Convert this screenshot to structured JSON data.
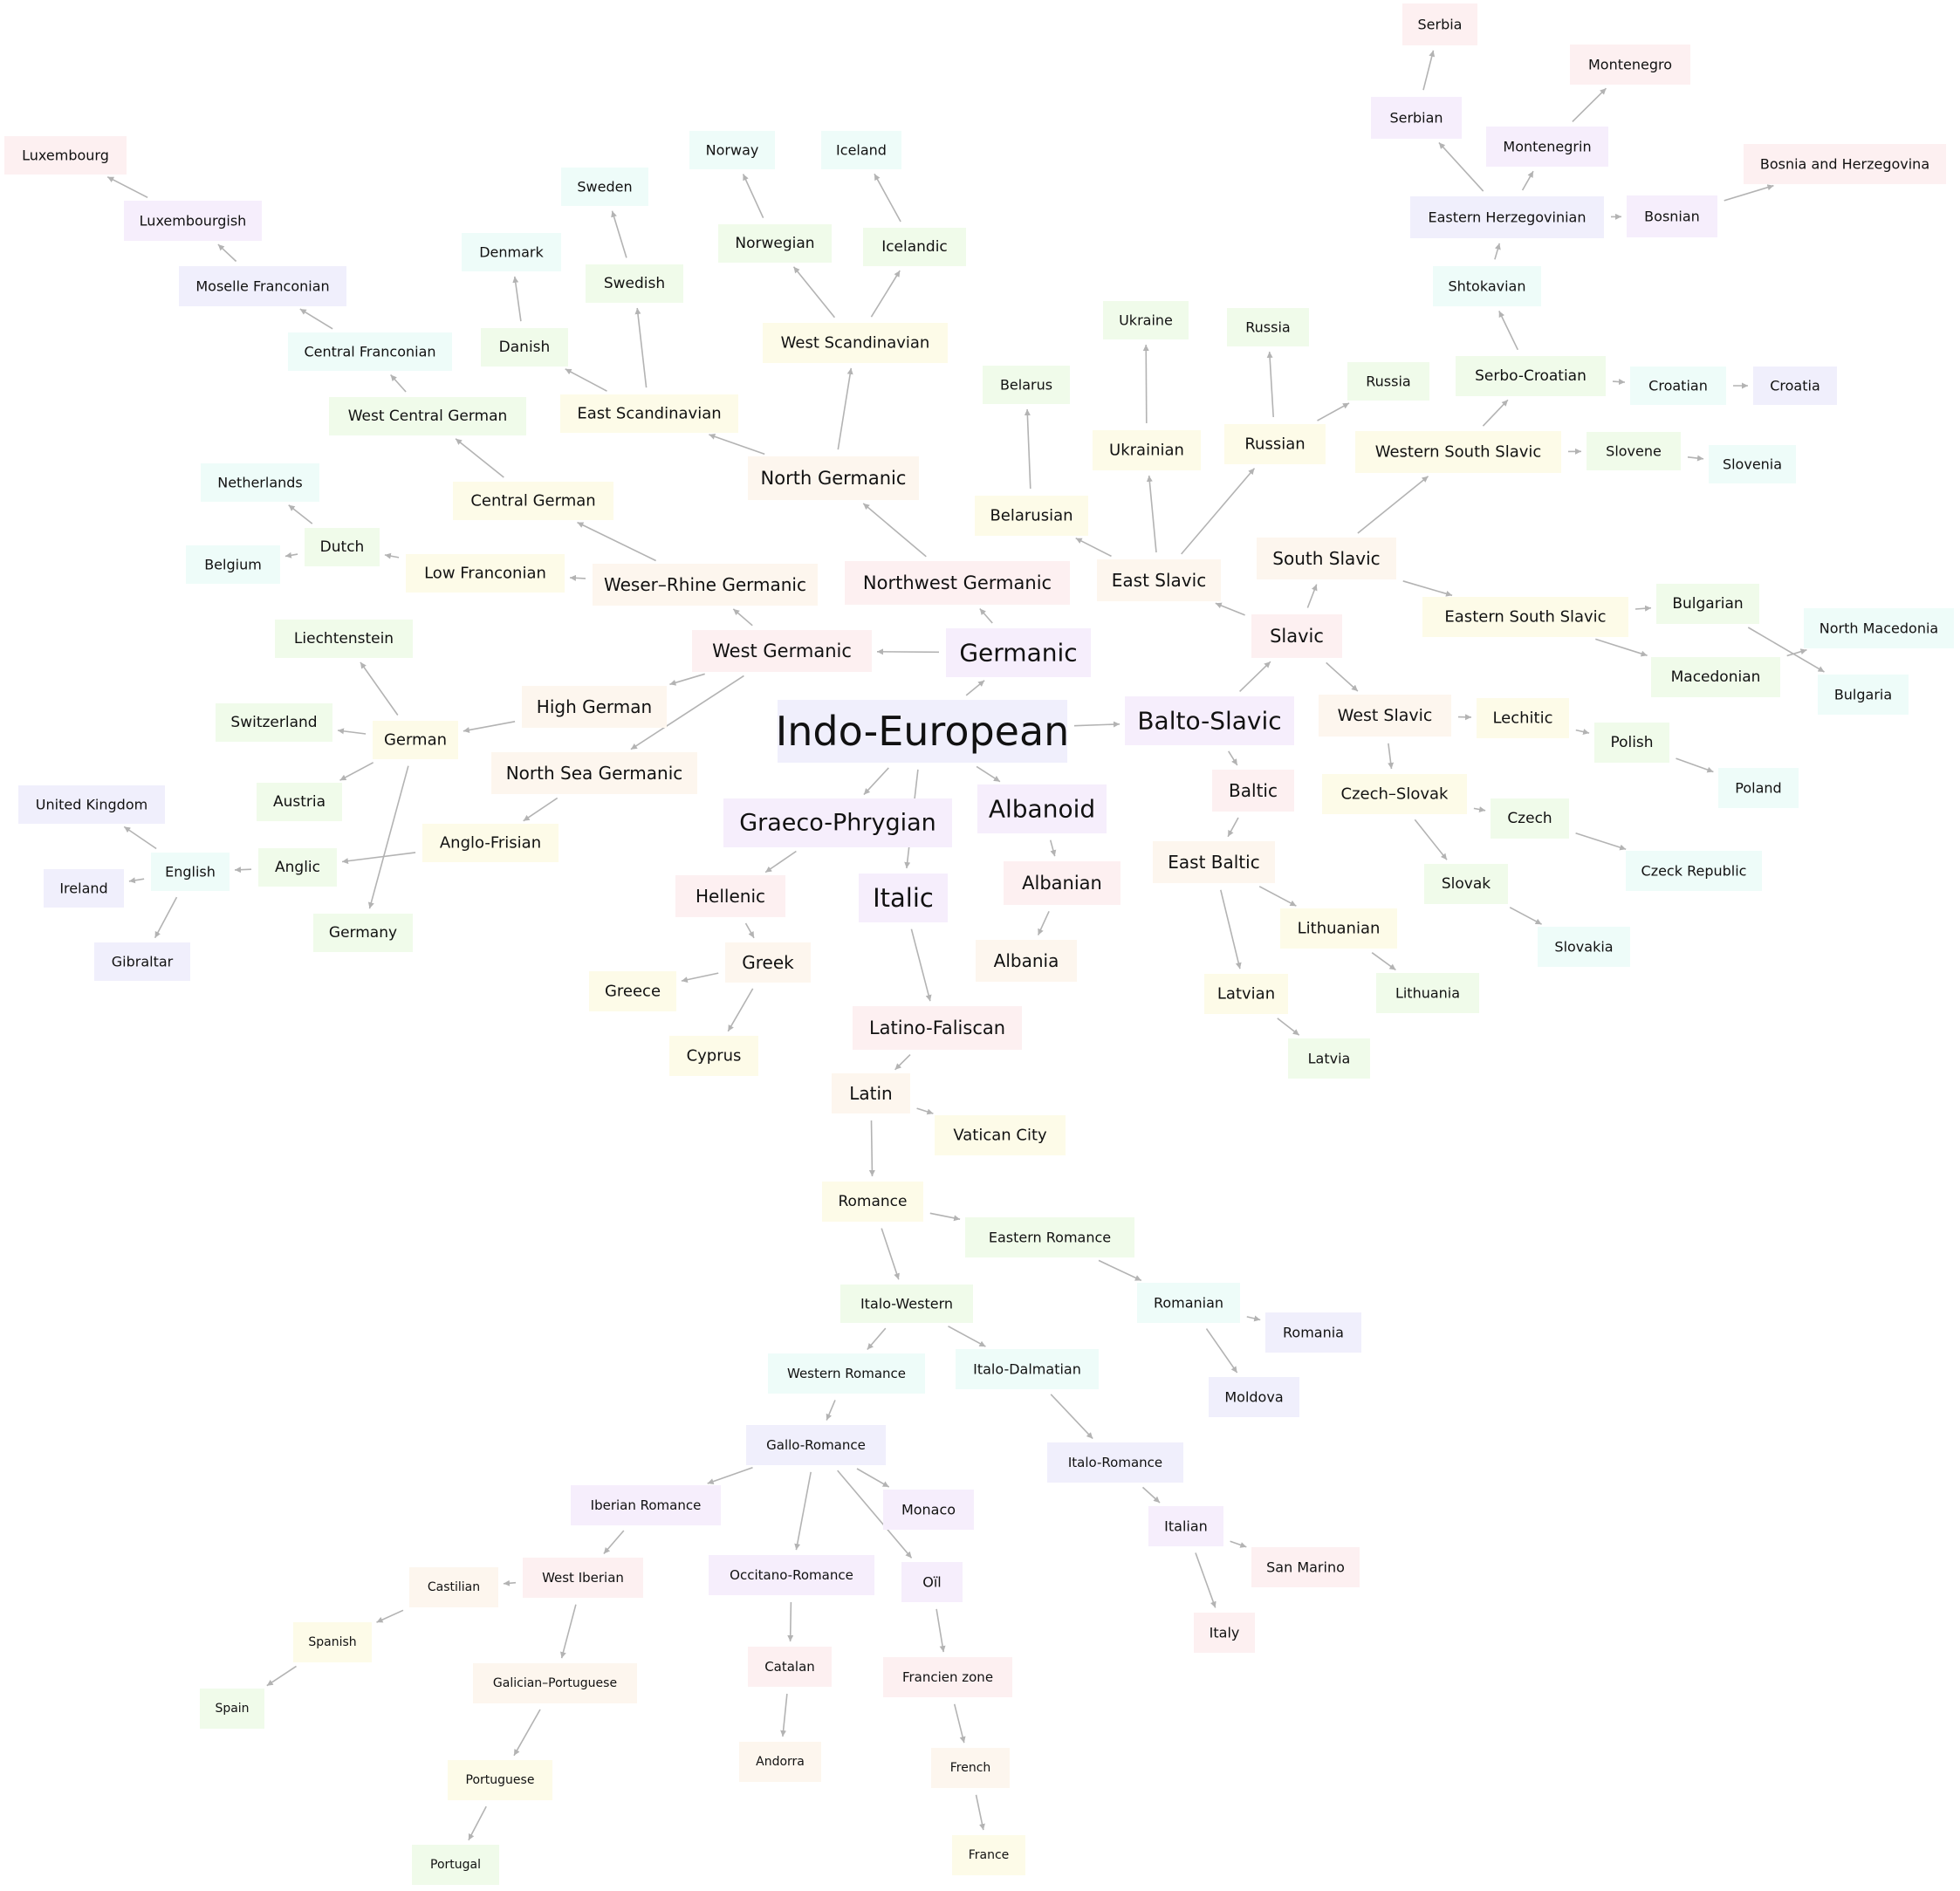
{
  "colors": {
    "edge": "#b3b3b3",
    "text": "#111111",
    "palette": {
      "pink": "#fdf0f1",
      "lavender": "#f6eefc",
      "violet": "#f0effc",
      "mint": "#eefcf9",
      "green": "#f0fbea",
      "cream": "#fdfbe8",
      "peach": "#fdf6ee"
    }
  },
  "nodes": [
    {
      "id": "ie",
      "label": "Indo-European",
      "color": "violet"
    },
    {
      "id": "germanic",
      "label": "Germanic",
      "color": "lavender"
    },
    {
      "id": "balto_slavic",
      "label": "Balto-Slavic",
      "color": "lavender"
    },
    {
      "id": "graeco_phrygian",
      "label": "Graeco-Phrygian",
      "color": "lavender"
    },
    {
      "id": "albanoid",
      "label": "Albanoid",
      "color": "lavender"
    },
    {
      "id": "italic",
      "label": "Italic",
      "color": "lavender"
    },
    {
      "id": "nw_germanic",
      "label": "Northwest Germanic",
      "color": "pink"
    },
    {
      "id": "w_germanic",
      "label": "West Germanic",
      "color": "pink"
    },
    {
      "id": "n_germanic",
      "label": "North Germanic",
      "color": "peach"
    },
    {
      "id": "wr_germanic",
      "label": "Weser–Rhine Germanic",
      "color": "peach"
    },
    {
      "id": "high_german",
      "label": "High German",
      "color": "peach"
    },
    {
      "id": "ns_germanic",
      "label": "North Sea Germanic",
      "color": "peach"
    },
    {
      "id": "e_scand",
      "label": "East Scandinavian",
      "color": "cream"
    },
    {
      "id": "w_scand",
      "label": "West Scandinavian",
      "color": "cream"
    },
    {
      "id": "danish",
      "label": "Danish",
      "color": "green"
    },
    {
      "id": "denmark",
      "label": "Denmark",
      "color": "mint"
    },
    {
      "id": "swedish",
      "label": "Swedish",
      "color": "green"
    },
    {
      "id": "sweden",
      "label": "Sweden",
      "color": "mint"
    },
    {
      "id": "norwegian",
      "label": "Norwegian",
      "color": "green"
    },
    {
      "id": "norway",
      "label": "Norway",
      "color": "mint"
    },
    {
      "id": "icelandic",
      "label": "Icelandic",
      "color": "green"
    },
    {
      "id": "iceland",
      "label": "Iceland",
      "color": "mint"
    },
    {
      "id": "central_german",
      "label": "Central German",
      "color": "cream"
    },
    {
      "id": "wc_german",
      "label": "West Central German",
      "color": "green"
    },
    {
      "id": "c_franconian",
      "label": "Central Franconian",
      "color": "mint"
    },
    {
      "id": "m_franconian",
      "label": "Moselle Franconian",
      "color": "violet"
    },
    {
      "id": "luxembourgish",
      "label": "Luxembourgish",
      "color": "lavender"
    },
    {
      "id": "luxembourg",
      "label": "Luxembourg",
      "color": "pink"
    },
    {
      "id": "low_franconian",
      "label": "Low Franconian",
      "color": "cream"
    },
    {
      "id": "dutch",
      "label": "Dutch",
      "color": "green"
    },
    {
      "id": "netherlands",
      "label": "Netherlands",
      "color": "mint"
    },
    {
      "id": "belgium",
      "label": "Belgium",
      "color": "mint"
    },
    {
      "id": "german",
      "label": "German",
      "color": "cream"
    },
    {
      "id": "liechtenstein",
      "label": "Liechtenstein",
      "color": "green"
    },
    {
      "id": "switzerland",
      "label": "Switzerland",
      "color": "green"
    },
    {
      "id": "austria",
      "label": "Austria",
      "color": "green"
    },
    {
      "id": "germany",
      "label": "Germany",
      "color": "green"
    },
    {
      "id": "anglo_frisian",
      "label": "Anglo-Frisian",
      "color": "cream"
    },
    {
      "id": "anglic",
      "label": "Anglic",
      "color": "green"
    },
    {
      "id": "english",
      "label": "English",
      "color": "mint"
    },
    {
      "id": "uk",
      "label": "United Kingdom",
      "color": "violet"
    },
    {
      "id": "ireland",
      "label": "Ireland",
      "color": "violet"
    },
    {
      "id": "gibraltar",
      "label": "Gibraltar",
      "color": "violet"
    },
    {
      "id": "hellenic",
      "label": "Hellenic",
      "color": "pink"
    },
    {
      "id": "greek",
      "label": "Greek",
      "color": "peach"
    },
    {
      "id": "greece",
      "label": "Greece",
      "color": "cream"
    },
    {
      "id": "cyprus",
      "label": "Cyprus",
      "color": "cream"
    },
    {
      "id": "albanian",
      "label": "Albanian",
      "color": "pink"
    },
    {
      "id": "albania",
      "label": "Albania",
      "color": "peach"
    },
    {
      "id": "latino_faliscan",
      "label": "Latino-Faliscan",
      "color": "pink"
    },
    {
      "id": "latin",
      "label": "Latin",
      "color": "peach"
    },
    {
      "id": "vatican",
      "label": "Vatican City",
      "color": "cream"
    },
    {
      "id": "romance",
      "label": "Romance",
      "color": "cream"
    },
    {
      "id": "e_romance",
      "label": "Eastern Romance",
      "color": "green"
    },
    {
      "id": "romanian",
      "label": "Romanian",
      "color": "mint"
    },
    {
      "id": "romania",
      "label": "Romania",
      "color": "violet"
    },
    {
      "id": "moldova",
      "label": "Moldova",
      "color": "violet"
    },
    {
      "id": "italo_western",
      "label": "Italo-Western",
      "color": "green"
    },
    {
      "id": "w_romance",
      "label": "Western Romance",
      "color": "mint"
    },
    {
      "id": "italo_dalmatian",
      "label": "Italo-Dalmatian",
      "color": "mint"
    },
    {
      "id": "gallo_romance",
      "label": "Gallo-Romance",
      "color": "violet"
    },
    {
      "id": "italo_romance",
      "label": "Italo-Romance",
      "color": "violet"
    },
    {
      "id": "iberian_romance",
      "label": "Iberian Romance",
      "color": "lavender"
    },
    {
      "id": "monaco",
      "label": "Monaco",
      "color": "lavender"
    },
    {
      "id": "occitano_romance",
      "label": "Occitano-Romance",
      "color": "lavender"
    },
    {
      "id": "oil",
      "label": "Oïl",
      "color": "lavender"
    },
    {
      "id": "italian",
      "label": "Italian",
      "color": "lavender"
    },
    {
      "id": "san_marino",
      "label": "San Marino",
      "color": "pink"
    },
    {
      "id": "italy",
      "label": "Italy",
      "color": "pink"
    },
    {
      "id": "west_iberian",
      "label": "West Iberian",
      "color": "pink"
    },
    {
      "id": "castilian",
      "label": "Castilian",
      "color": "peach"
    },
    {
      "id": "spanish",
      "label": "Spanish",
      "color": "cream"
    },
    {
      "id": "spain",
      "label": "Spain",
      "color": "green"
    },
    {
      "id": "galician_portuguese",
      "label": "Galician–Portuguese",
      "color": "peach"
    },
    {
      "id": "portuguese",
      "label": "Portuguese",
      "color": "cream"
    },
    {
      "id": "portugal",
      "label": "Portugal",
      "color": "green"
    },
    {
      "id": "catalan",
      "label": "Catalan",
      "color": "pink"
    },
    {
      "id": "andorra",
      "label": "Andorra",
      "color": "peach"
    },
    {
      "id": "francien",
      "label": "Francien zone",
      "color": "pink"
    },
    {
      "id": "french",
      "label": "French",
      "color": "peach"
    },
    {
      "id": "france",
      "label": "France",
      "color": "cream"
    },
    {
      "id": "slavic",
      "label": "Slavic",
      "color": "pink"
    },
    {
      "id": "baltic",
      "label": "Baltic",
      "color": "pink"
    },
    {
      "id": "east_slavic",
      "label": "East Slavic",
      "color": "peach"
    },
    {
      "id": "south_slavic",
      "label": "South Slavic",
      "color": "peach"
    },
    {
      "id": "west_slavic",
      "label": "West Slavic",
      "color": "peach"
    },
    {
      "id": "belarusian",
      "label": "Belarusian",
      "color": "cream"
    },
    {
      "id": "belarus",
      "label": "Belarus",
      "color": "green"
    },
    {
      "id": "ukrainian",
      "label": "Ukrainian",
      "color": "cream"
    },
    {
      "id": "ukraine",
      "label": "Ukraine",
      "color": "green"
    },
    {
      "id": "russian",
      "label": "Russian",
      "color": "cream"
    },
    {
      "id": "russia_1",
      "label": "Russia",
      "color": "green"
    },
    {
      "id": "russia_2",
      "label": "Russia",
      "color": "green"
    },
    {
      "id": "ws_slavic",
      "label": "Western South Slavic",
      "color": "cream"
    },
    {
      "id": "es_slavic",
      "label": "Eastern South Slavic",
      "color": "cream"
    },
    {
      "id": "serbo_croatian",
      "label": "Serbo-Croatian",
      "color": "green"
    },
    {
      "id": "slovene",
      "label": "Slovene",
      "color": "green"
    },
    {
      "id": "slovenia",
      "label": "Slovenia",
      "color": "mint"
    },
    {
      "id": "croatian",
      "label": "Croatian",
      "color": "mint"
    },
    {
      "id": "croatia",
      "label": "Croatia",
      "color": "violet"
    },
    {
      "id": "shtokavian",
      "label": "Shtokavian",
      "color": "mint"
    },
    {
      "id": "e_herzegovinian",
      "label": "Eastern Herzegovinian",
      "color": "violet"
    },
    {
      "id": "serbian",
      "label": "Serbian",
      "color": "lavender"
    },
    {
      "id": "serbia",
      "label": "Serbia",
      "color": "pink"
    },
    {
      "id": "montenegrin",
      "label": "Montenegrin",
      "color": "lavender"
    },
    {
      "id": "montenegro",
      "label": "Montenegro",
      "color": "pink"
    },
    {
      "id": "bosnian",
      "label": "Bosnian",
      "color": "lavender"
    },
    {
      "id": "bih",
      "label": "Bosnia and Herzegovina",
      "color": "pink"
    },
    {
      "id": "bulgarian",
      "label": "Bulgarian",
      "color": "green"
    },
    {
      "id": "macedonian",
      "label": "Macedonian",
      "color": "green"
    },
    {
      "id": "bulgaria",
      "label": "Bulgaria",
      "color": "mint"
    },
    {
      "id": "north_macedonia",
      "label": "North Macedonia",
      "color": "mint"
    },
    {
      "id": "lechitic",
      "label": "Lechitic",
      "color": "cream"
    },
    {
      "id": "polish",
      "label": "Polish",
      "color": "green"
    },
    {
      "id": "poland",
      "label": "Poland",
      "color": "mint"
    },
    {
      "id": "czech_slovak",
      "label": "Czech–Slovak",
      "color": "cream"
    },
    {
      "id": "czech",
      "label": "Czech",
      "color": "green"
    },
    {
      "id": "czeck_republic",
      "label": "Czeck Republic",
      "color": "mint"
    },
    {
      "id": "slovak",
      "label": "Slovak",
      "color": "green"
    },
    {
      "id": "slovakia",
      "label": "Slovakia",
      "color": "mint"
    },
    {
      "id": "east_baltic",
      "label": "East Baltic",
      "color": "peach"
    },
    {
      "id": "lithuanian",
      "label": "Lithuanian",
      "color": "cream"
    },
    {
      "id": "lithuania",
      "label": "Lithuania",
      "color": "green"
    },
    {
      "id": "latvian",
      "label": "Latvian",
      "color": "cream"
    },
    {
      "id": "latvia",
      "label": "Latvia",
      "color": "green"
    }
  ],
  "edges": [
    [
      "ie",
      "germanic"
    ],
    [
      "ie",
      "balto_slavic"
    ],
    [
      "ie",
      "graeco_phrygian"
    ],
    [
      "ie",
      "albanoid"
    ],
    [
      "ie",
      "italic"
    ],
    [
      "germanic",
      "nw_germanic"
    ],
    [
      "germanic",
      "w_germanic"
    ],
    [
      "nw_germanic",
      "n_germanic"
    ],
    [
      "n_germanic",
      "e_scand"
    ],
    [
      "n_germanic",
      "w_scand"
    ],
    [
      "e_scand",
      "danish"
    ],
    [
      "e_scand",
      "swedish"
    ],
    [
      "danish",
      "denmark"
    ],
    [
      "swedish",
      "sweden"
    ],
    [
      "w_scand",
      "norwegian"
    ],
    [
      "w_scand",
      "icelandic"
    ],
    [
      "norwegian",
      "norway"
    ],
    [
      "icelandic",
      "iceland"
    ],
    [
      "w_germanic",
      "wr_germanic"
    ],
    [
      "w_germanic",
      "high_german"
    ],
    [
      "w_germanic",
      "ns_germanic"
    ],
    [
      "wr_germanic",
      "central_german"
    ],
    [
      "wr_germanic",
      "low_franconian"
    ],
    [
      "central_german",
      "wc_german"
    ],
    [
      "wc_german",
      "c_franconian"
    ],
    [
      "c_franconian",
      "m_franconian"
    ],
    [
      "m_franconian",
      "luxembourgish"
    ],
    [
      "luxembourgish",
      "luxembourg"
    ],
    [
      "low_franconian",
      "dutch"
    ],
    [
      "dutch",
      "netherlands"
    ],
    [
      "dutch",
      "belgium"
    ],
    [
      "high_german",
      "german"
    ],
    [
      "german",
      "liechtenstein"
    ],
    [
      "german",
      "switzerland"
    ],
    [
      "german",
      "austria"
    ],
    [
      "german",
      "germany"
    ],
    [
      "ns_germanic",
      "anglo_frisian"
    ],
    [
      "anglo_frisian",
      "anglic"
    ],
    [
      "anglic",
      "english"
    ],
    [
      "english",
      "uk"
    ],
    [
      "english",
      "ireland"
    ],
    [
      "english",
      "gibraltar"
    ],
    [
      "graeco_phrygian",
      "hellenic"
    ],
    [
      "hellenic",
      "greek"
    ],
    [
      "greek",
      "greece"
    ],
    [
      "greek",
      "cyprus"
    ],
    [
      "albanoid",
      "albanian"
    ],
    [
      "albanian",
      "albania"
    ],
    [
      "italic",
      "latino_faliscan"
    ],
    [
      "latino_faliscan",
      "latin"
    ],
    [
      "latin",
      "vatican"
    ],
    [
      "latin",
      "romance"
    ],
    [
      "romance",
      "e_romance"
    ],
    [
      "romance",
      "italo_western"
    ],
    [
      "e_romance",
      "romanian"
    ],
    [
      "romanian",
      "romania"
    ],
    [
      "romanian",
      "moldova"
    ],
    [
      "italo_western",
      "w_romance"
    ],
    [
      "italo_western",
      "italo_dalmatian"
    ],
    [
      "w_romance",
      "gallo_romance"
    ],
    [
      "gallo_romance",
      "iberian_romance"
    ],
    [
      "gallo_romance",
      "monaco"
    ],
    [
      "gallo_romance",
      "occitano_romance"
    ],
    [
      "gallo_romance",
      "oil"
    ],
    [
      "italo_dalmatian",
      "italo_romance"
    ],
    [
      "italo_romance",
      "italian"
    ],
    [
      "italian",
      "san_marino"
    ],
    [
      "italian",
      "italy"
    ],
    [
      "iberian_romance",
      "west_iberian"
    ],
    [
      "west_iberian",
      "castilian"
    ],
    [
      "west_iberian",
      "galician_portuguese"
    ],
    [
      "castilian",
      "spanish"
    ],
    [
      "spanish",
      "spain"
    ],
    [
      "galician_portuguese",
      "portuguese"
    ],
    [
      "portuguese",
      "portugal"
    ],
    [
      "occitano_romance",
      "catalan"
    ],
    [
      "catalan",
      "andorra"
    ],
    [
      "oil",
      "francien"
    ],
    [
      "francien",
      "french"
    ],
    [
      "french",
      "france"
    ],
    [
      "balto_slavic",
      "slavic"
    ],
    [
      "balto_slavic",
      "baltic"
    ],
    [
      "slavic",
      "east_slavic"
    ],
    [
      "slavic",
      "south_slavic"
    ],
    [
      "slavic",
      "west_slavic"
    ],
    [
      "east_slavic",
      "belarusian"
    ],
    [
      "east_slavic",
      "ukrainian"
    ],
    [
      "east_slavic",
      "russian"
    ],
    [
      "belarusian",
      "belarus"
    ],
    [
      "ukrainian",
      "ukraine"
    ],
    [
      "russian",
      "russia_1"
    ],
    [
      "russian",
      "russia_2"
    ],
    [
      "south_slavic",
      "ws_slavic"
    ],
    [
      "south_slavic",
      "es_slavic"
    ],
    [
      "ws_slavic",
      "serbo_croatian"
    ],
    [
      "ws_slavic",
      "slovene"
    ],
    [
      "slovene",
      "slovenia"
    ],
    [
      "serbo_croatian",
      "croatian"
    ],
    [
      "serbo_croatian",
      "shtokavian"
    ],
    [
      "croatian",
      "croatia"
    ],
    [
      "shtokavian",
      "e_herzegovinian"
    ],
    [
      "e_herzegovinian",
      "serbian"
    ],
    [
      "e_herzegovinian",
      "montenegrin"
    ],
    [
      "e_herzegovinian",
      "bosnian"
    ],
    [
      "serbian",
      "serbia"
    ],
    [
      "montenegrin",
      "montenegro"
    ],
    [
      "bosnian",
      "bih"
    ],
    [
      "es_slavic",
      "bulgarian"
    ],
    [
      "es_slavic",
      "macedonian"
    ],
    [
      "bulgarian",
      "bulgaria"
    ],
    [
      "macedonian",
      "north_macedonia"
    ],
    [
      "west_slavic",
      "lechitic"
    ],
    [
      "west_slavic",
      "czech_slovak"
    ],
    [
      "lechitic",
      "polish"
    ],
    [
      "polish",
      "poland"
    ],
    [
      "czech_slovak",
      "czech"
    ],
    [
      "czech_slovak",
      "slovak"
    ],
    [
      "czech",
      "czeck_republic"
    ],
    [
      "slovak",
      "slovakia"
    ],
    [
      "baltic",
      "east_baltic"
    ],
    [
      "east_baltic",
      "lithuanian"
    ],
    [
      "east_baltic",
      "latvian"
    ],
    [
      "lithuanian",
      "lithuania"
    ],
    [
      "latvian",
      "latvia"
    ]
  ]
}
